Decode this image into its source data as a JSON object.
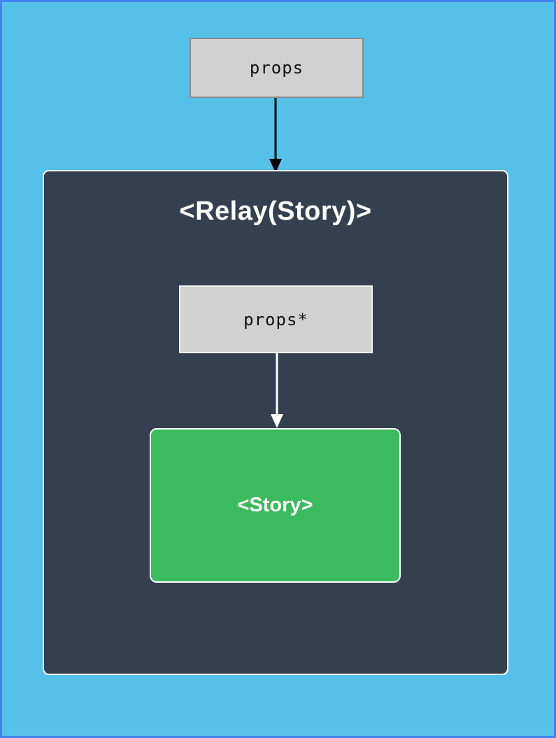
{
  "colors": {
    "canvas_background": "#55c1e8",
    "canvas_border": "#4183f0",
    "gray_node_fill": "#d1d1d1",
    "gray_node_border": "#8a8a8a",
    "gray_node_inner_border": "#f2f2f2",
    "container_fill": "#343f4f",
    "container_border": "#ffffff",
    "story_fill": "#3cba5e",
    "story_border": "#ffffff",
    "arrow_black": "#000000",
    "arrow_white": "#ffffff",
    "node_text": "#111111",
    "container_text": "#ffffff"
  },
  "nodes": {
    "props": {
      "label": "props"
    },
    "relay_container": {
      "label": "<Relay(Story)>"
    },
    "props_star": {
      "label": "props*"
    },
    "story": {
      "label": "<Story>"
    }
  },
  "arrows": [
    {
      "name": "props-to-relay-container",
      "color": "#000000"
    },
    {
      "name": "props-star-to-story",
      "color": "#ffffff"
    }
  ]
}
